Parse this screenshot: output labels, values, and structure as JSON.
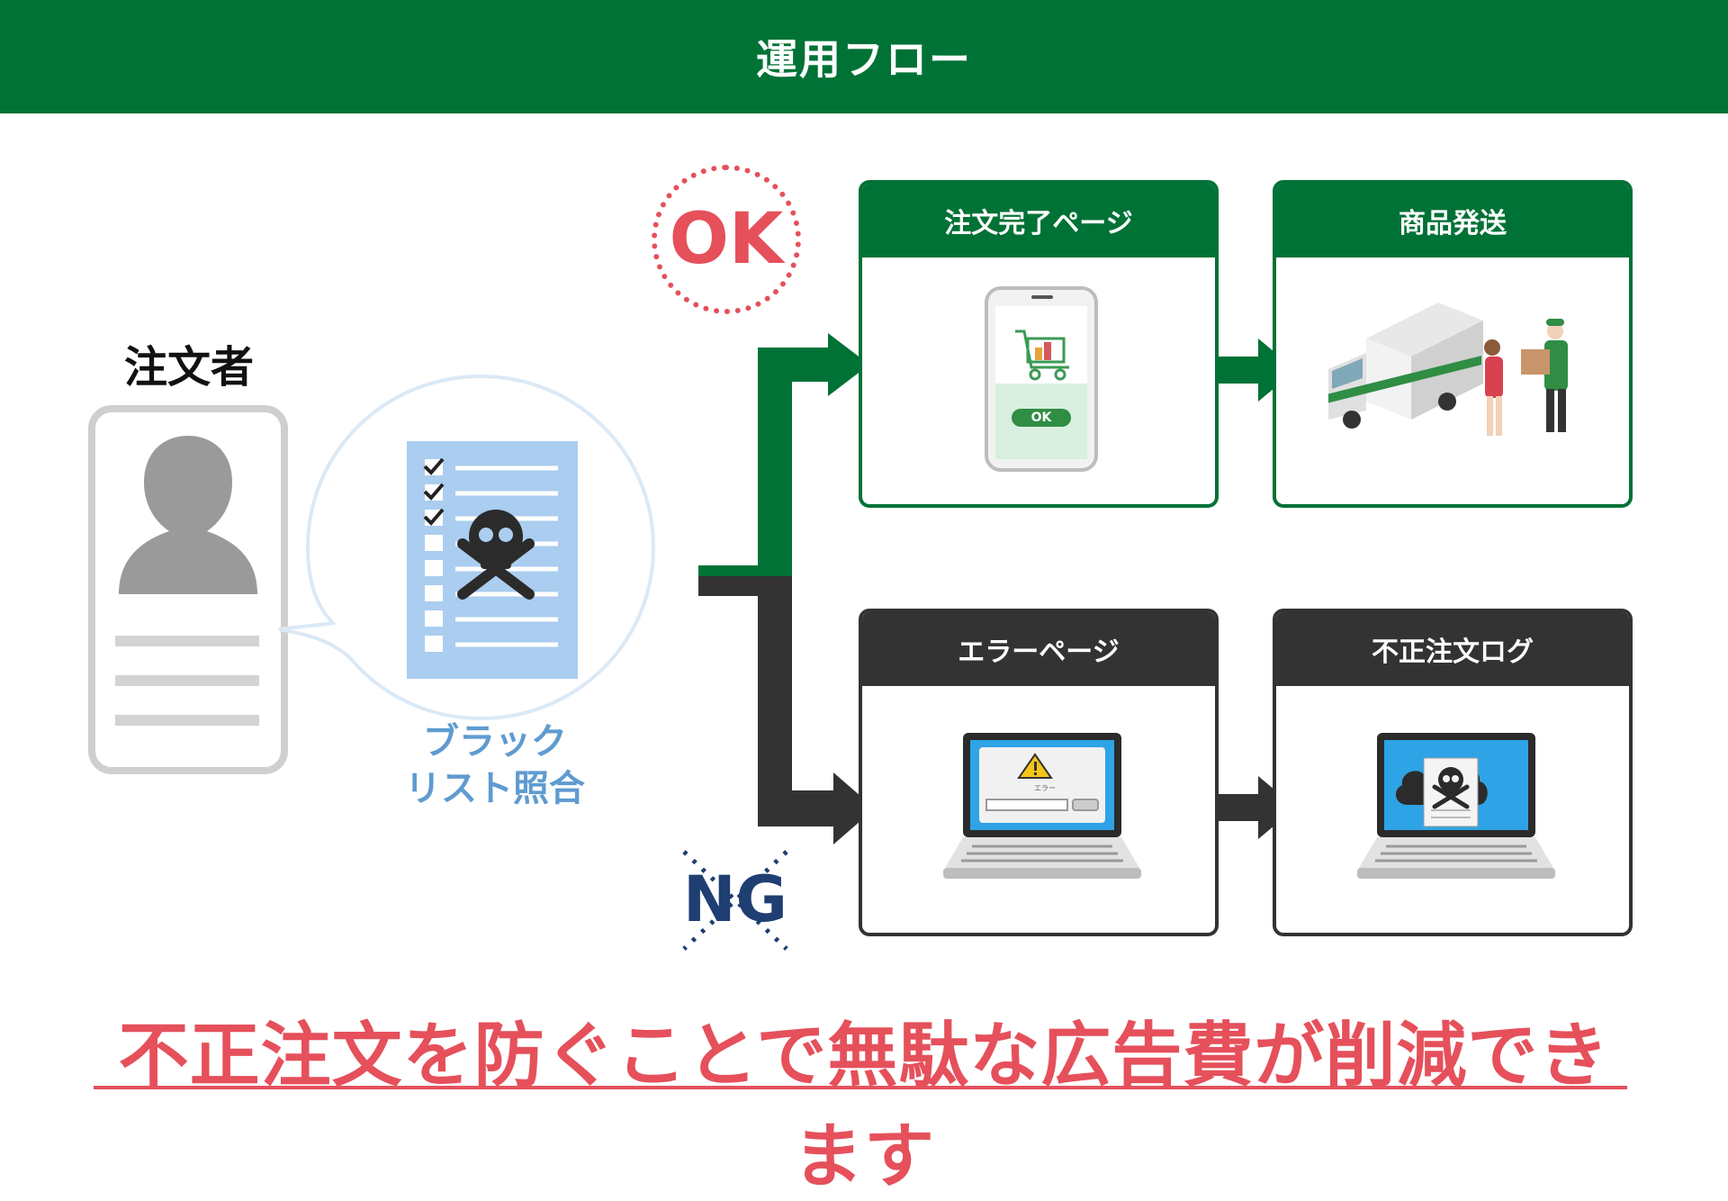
{
  "header": {
    "title": "運用フロー"
  },
  "orderer": {
    "label": "注文者"
  },
  "check": {
    "label_line1": "ブラック",
    "label_line2": "リスト照合"
  },
  "stamps": {
    "ok": "OK",
    "ng": "NG"
  },
  "ok_flow": {
    "step1": {
      "title": "注文完了ページ",
      "button_text": "OK"
    },
    "step2": {
      "title": "商品発送"
    }
  },
  "ng_flow": {
    "step1": {
      "title": "エラーページ",
      "dialog_text": "エラー"
    },
    "step2": {
      "title": "不正注文ログ"
    }
  },
  "message": "不正注文を防ぐことで無駄な広告費が削減できます",
  "colors": {
    "green": "#007236",
    "dark": "#333333",
    "red": "#e5505b",
    "blue": "#5f9bd0"
  }
}
